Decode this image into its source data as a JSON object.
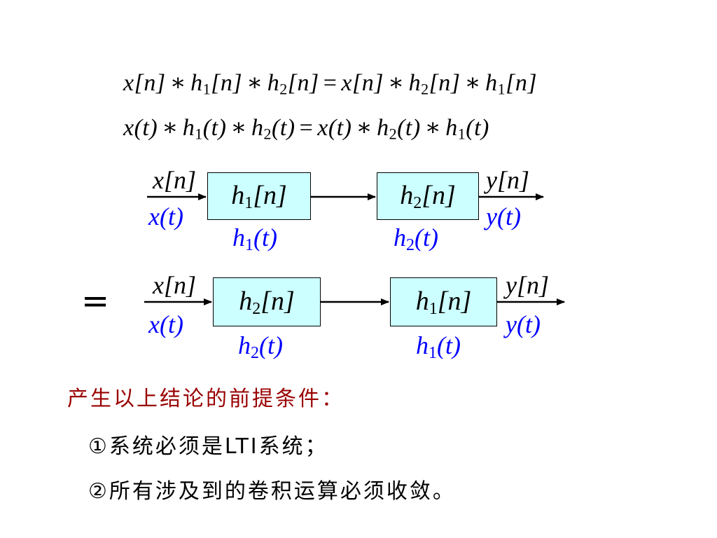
{
  "equations": {
    "discrete": "x[n] * h1[n] * h2[n] = x[n] * h2[n] * h1[n]",
    "continuous": "x(t) * h1(t) * h2(t) = x(t) * h2(t) * h1(t)"
  },
  "diagram_top": {
    "input_discrete": "x[n]",
    "input_continuous": "x(t)",
    "box1_discrete": "h1[n]",
    "box1_continuous": "h1(t)",
    "box2_discrete": "h2[n]",
    "box2_continuous": "h2(t)",
    "output_discrete": "y[n]",
    "output_continuous": "y(t)"
  },
  "equals_sign": "=",
  "diagram_bottom": {
    "input_discrete": "x[n]",
    "input_continuous": "x(t)",
    "box1_discrete": "h2[n]",
    "box1_continuous": "h2(t)",
    "box2_discrete": "h1[n]",
    "box2_continuous": "h1(t)",
    "output_discrete": "y[n]",
    "output_continuous": "y(t)"
  },
  "conditions": {
    "heading": "产生以上结论的前提条件：",
    "item1": "①系统必须是LTI系统；",
    "item2": "②所有涉及到的卷积运算必须收敛。"
  },
  "colors": {
    "box_fill": "#ccffff",
    "continuous_labels": "#0000ff",
    "heading": "#990000"
  }
}
